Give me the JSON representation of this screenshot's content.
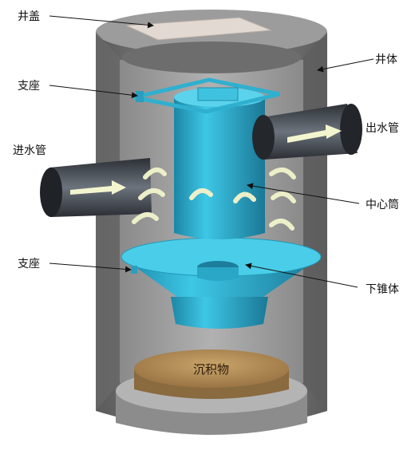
{
  "labels": {
    "well_cover": "井盖",
    "well_body": "井体",
    "support_top": "支座",
    "inlet_pipe": "进水管",
    "outlet_pipe": "出水管",
    "center_tube": "中心筒",
    "support_bottom": "支座",
    "lower_cone": "下锥体",
    "sediment": "沉积物"
  },
  "colors": {
    "concrete": "#7a7a7a",
    "concrete_dark": "#4e4e4e",
    "inner_wall": "#9a9a9a",
    "cyan": "#31b7d6",
    "cyan_dark": "#1b7f9c",
    "pipe_dark": "#3a3f46",
    "arrow": "#f4f6d2",
    "sediment": "#b08a55"
  }
}
